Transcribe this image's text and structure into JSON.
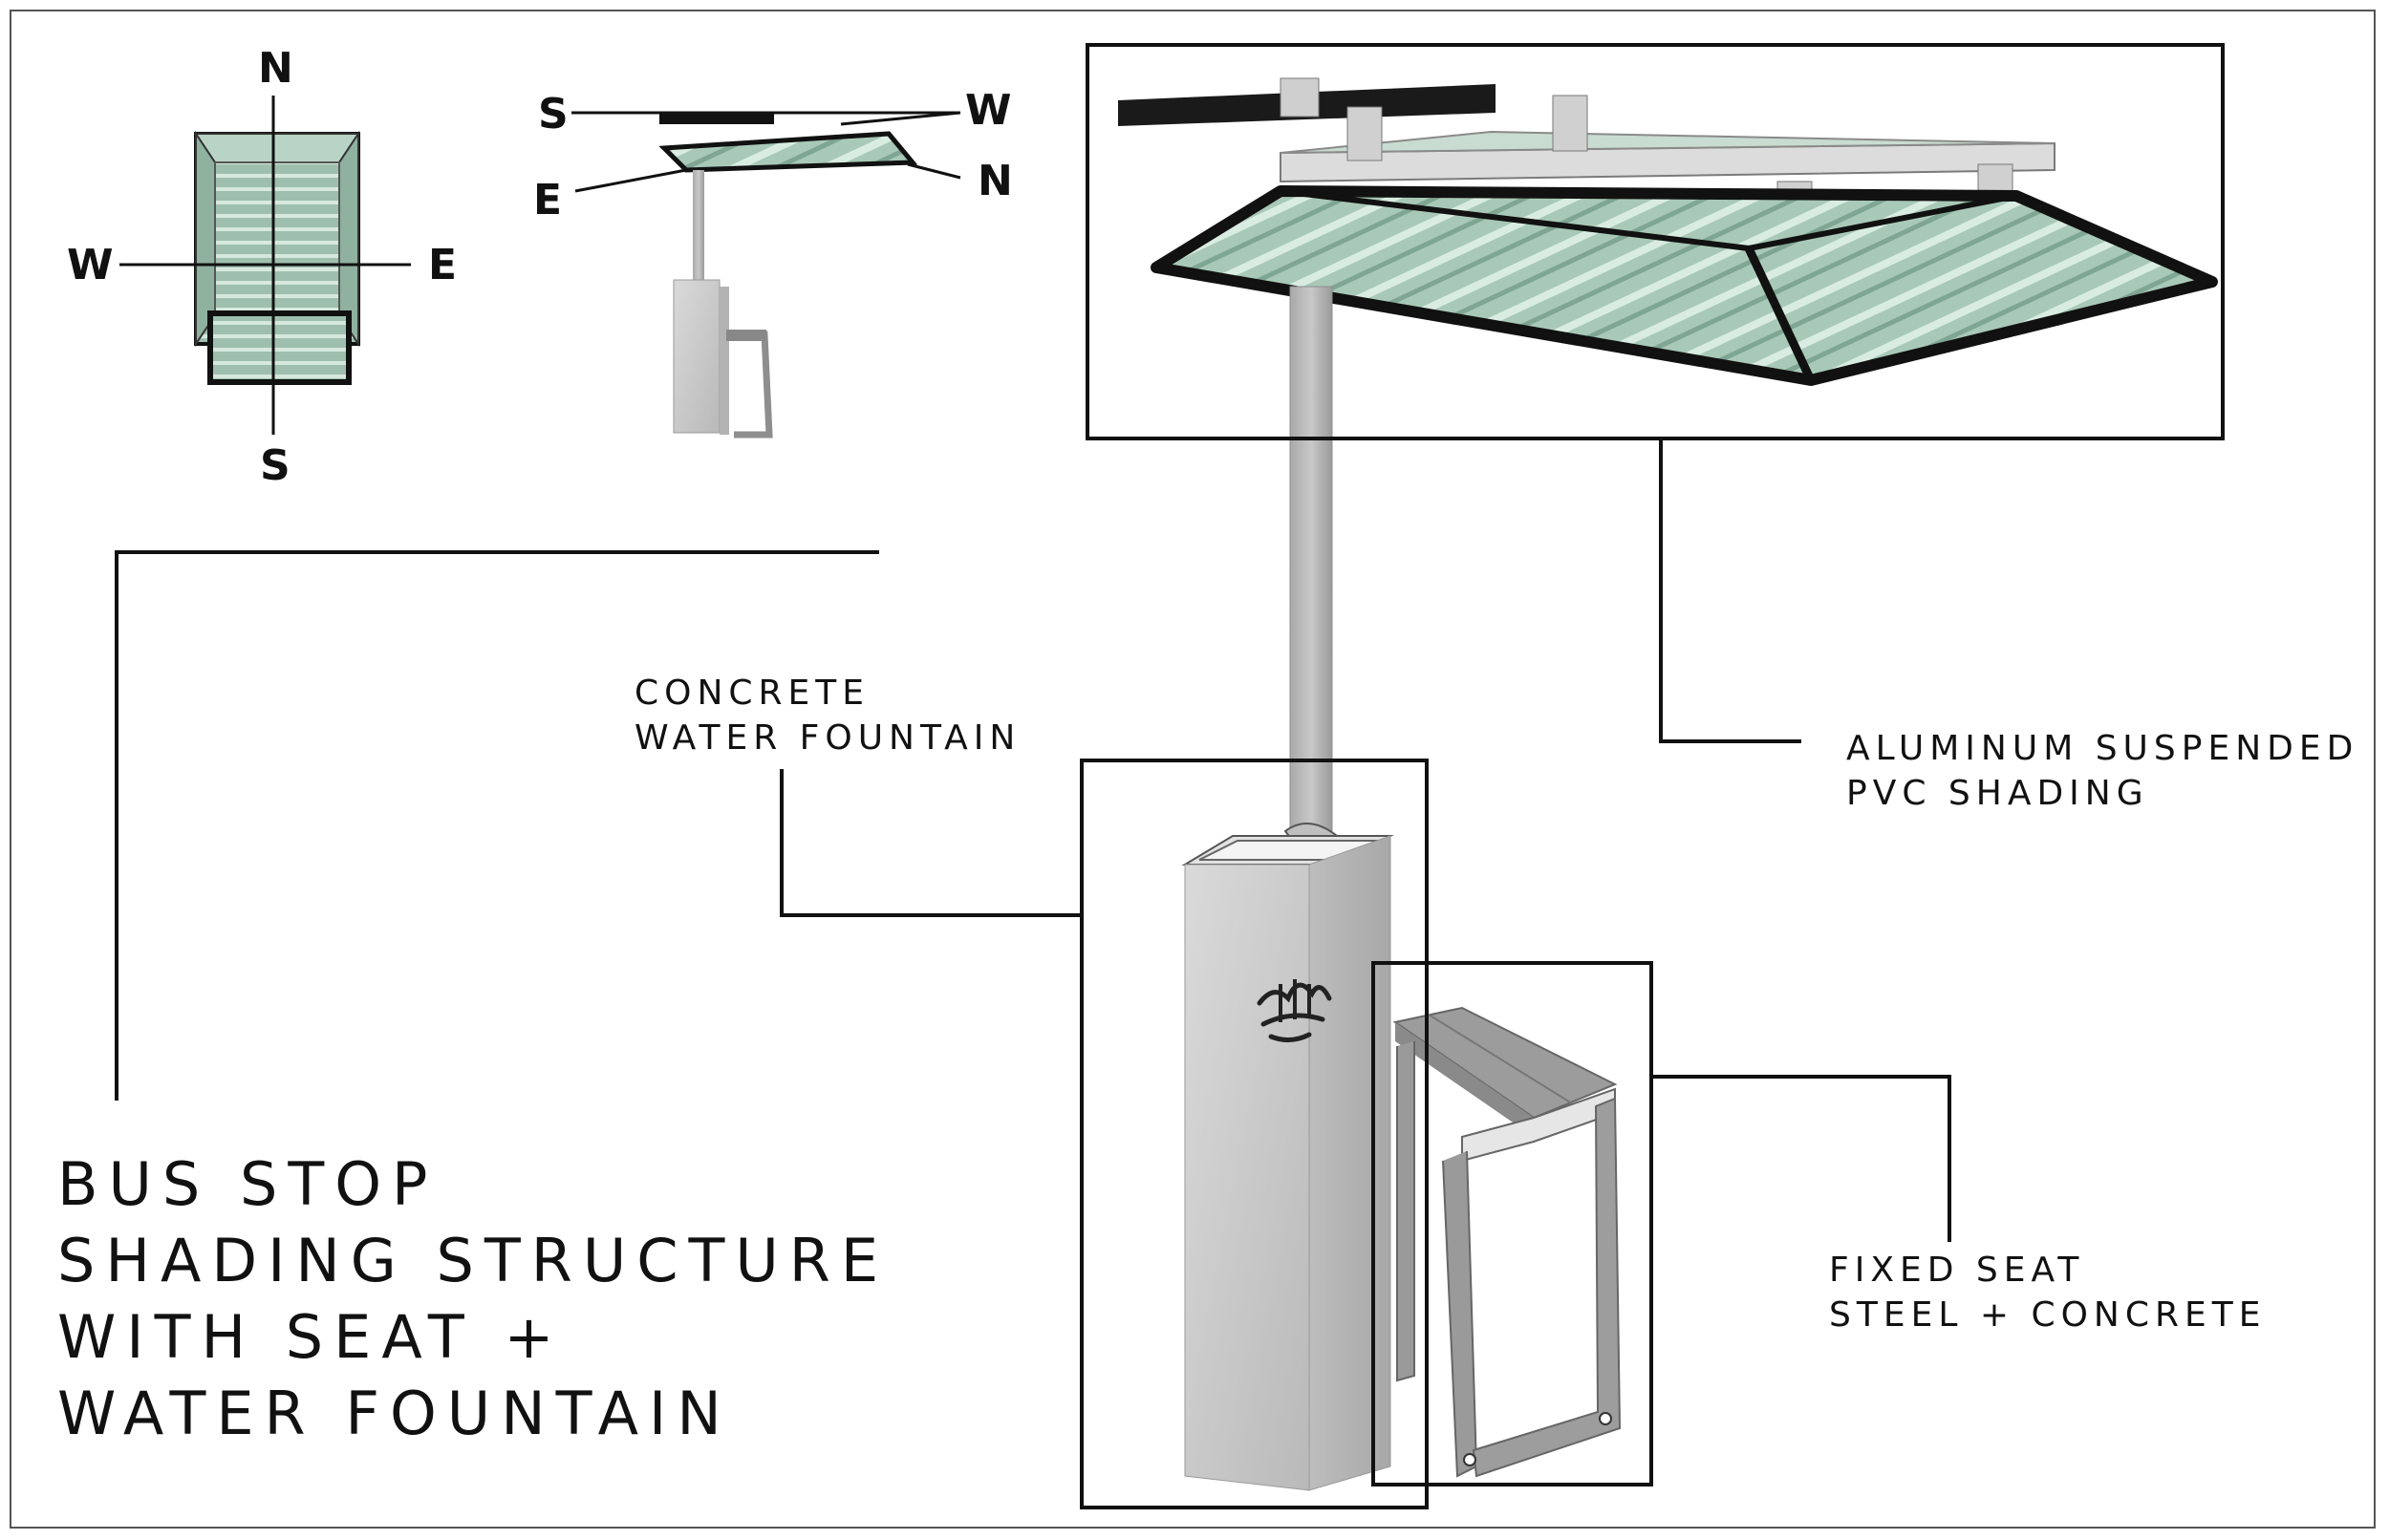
{
  "title_lines": [
    "BUS STOP",
    "SHADING STRUCTURE",
    "WITH SEAT +",
    "WATER FOUNTAIN"
  ],
  "callouts": {
    "fountain": [
      "CONCRETE",
      "WATER FOUNTAIN"
    ],
    "shading": [
      "ALUMINUM SUSPENDED",
      "PVC SHADING"
    ],
    "seat": [
      "FIXED SEAT",
      "STEEL + CONCRETE"
    ]
  },
  "plan_compass": {
    "north": "N",
    "south": "S",
    "east": "E",
    "west": "W"
  },
  "iso_compass": {
    "south": "S",
    "west": "W",
    "east": "E",
    "north": "N"
  },
  "colors": {
    "ink": "#111111",
    "frame": "#555555",
    "pvc_green": "#a9c9b8",
    "pvc_dark": "#7fa593",
    "aluminum": "#d4d4d4",
    "concrete": "#c9c9c9",
    "steel": "#9c9c9c"
  }
}
